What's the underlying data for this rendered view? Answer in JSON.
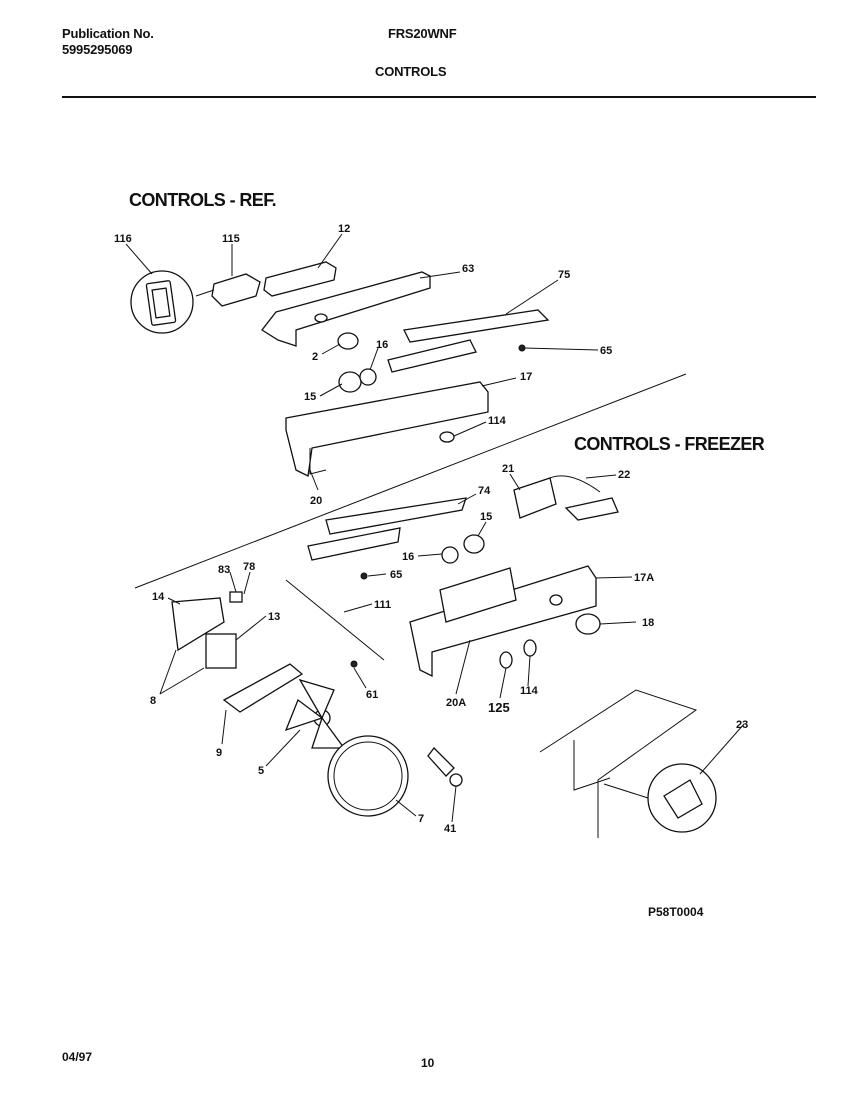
{
  "header": {
    "publication_label": "Publication No.",
    "publication_number": "5995295069",
    "model": "FRS20WNF",
    "section": "CONTROLS"
  },
  "diagram": {
    "title_ref": "CONTROLS - REF.",
    "title_freezer": "CONTROLS - FREEZER",
    "callouts": [
      "116",
      "115",
      "12",
      "63",
      "75",
      "65",
      "2",
      "16",
      "15",
      "17",
      "114",
      "20",
      "21",
      "22",
      "74",
      "15",
      "16",
      "65",
      "17A",
      "18",
      "83",
      "78",
      "14",
      "13",
      "111",
      "8",
      "61",
      "20A",
      "125",
      "114",
      "9",
      "5",
      "7",
      "41",
      "23"
    ]
  },
  "footer": {
    "drawing_code": "P58T0004",
    "date": "04/97",
    "page": "10"
  }
}
